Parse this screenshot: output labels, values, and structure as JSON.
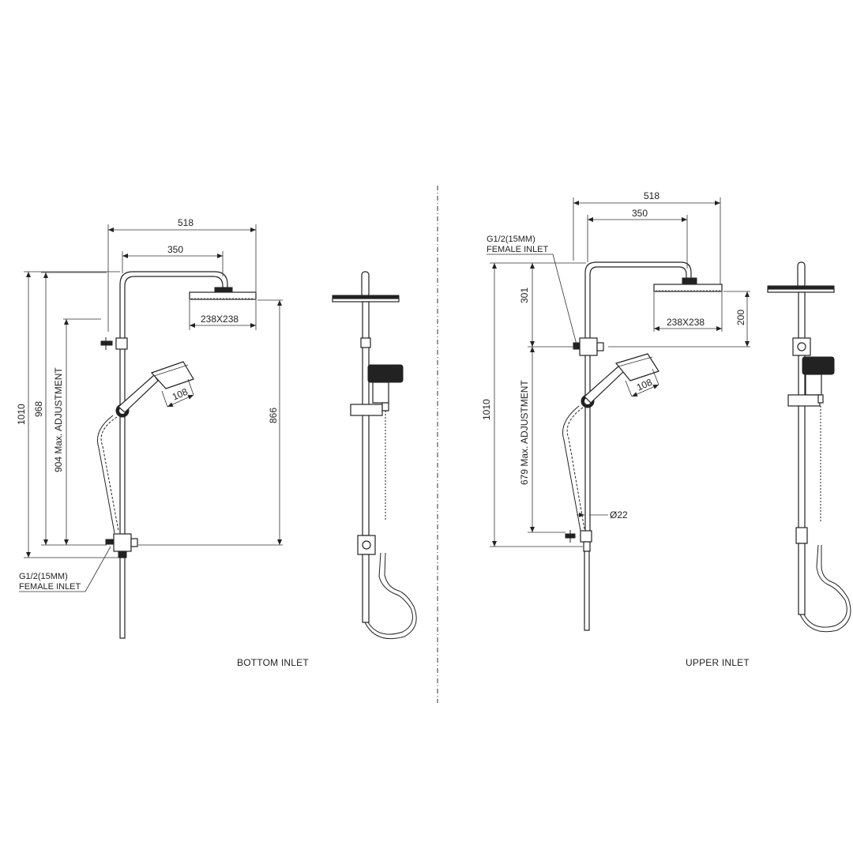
{
  "left": {
    "dim_width_total": "518",
    "dim_width_arm": "350",
    "dim_head": "238X238",
    "dim_height_total": "1010",
    "dim_height_968": "968",
    "dim_adjust": "904 Max. ADJUSTMENT",
    "dim_866": "866",
    "dim_handpiece": "108",
    "inlet_line1": "G1/2(15MM)",
    "inlet_line2": "FEMALE INLET",
    "caption": "BOTTOM INLET"
  },
  "right": {
    "dim_width_total": "518",
    "dim_width_arm": "350",
    "dim_head": "238X238",
    "dim_200": "200",
    "dim_301": "301",
    "dim_height_total": "1010",
    "dim_adjust": "679 Max. ADJUSTMENT",
    "dim_handpiece": "108",
    "dim_diameter": "Ø22",
    "inlet_line1": "G1/2(15MM)",
    "inlet_line2": "FEMALE INLET",
    "caption": "UPPER INLET"
  }
}
